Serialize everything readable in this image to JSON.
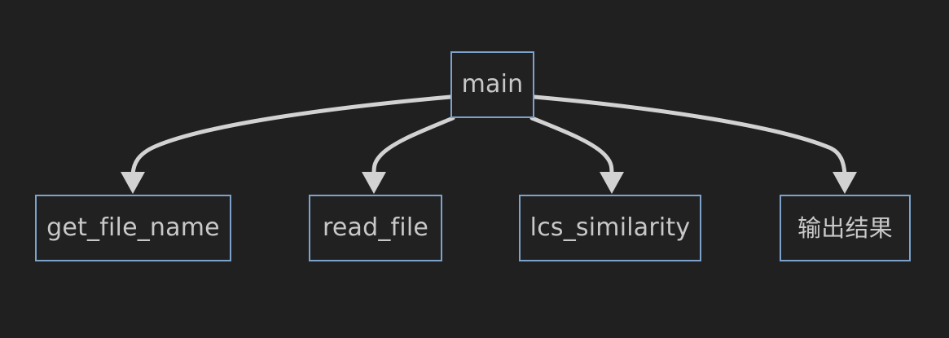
{
  "diagram": {
    "type": "flowchart",
    "direction": "top-down",
    "background_color": "#202020",
    "node_border_color": "#7da3cd",
    "node_text_color": "#c8c8c8",
    "edge_color": "#d2d2d2",
    "nodes": [
      {
        "id": "main",
        "label": "main",
        "role": "root"
      },
      {
        "id": "get_file_name",
        "label": "get_file_name",
        "role": "child"
      },
      {
        "id": "read_file",
        "label": "read_file",
        "role": "child"
      },
      {
        "id": "lcs_similarity",
        "label": "lcs_similarity",
        "role": "child"
      },
      {
        "id": "output",
        "label": "输出结果",
        "role": "child"
      }
    ],
    "edges": [
      {
        "from": "main",
        "to": "get_file_name",
        "arrow": "arrowhead-down-icon"
      },
      {
        "from": "main",
        "to": "read_file",
        "arrow": "arrowhead-down-icon"
      },
      {
        "from": "main",
        "to": "lcs_similarity",
        "arrow": "arrowhead-down-icon"
      },
      {
        "from": "main",
        "to": "output",
        "arrow": "arrowhead-down-icon"
      }
    ]
  }
}
